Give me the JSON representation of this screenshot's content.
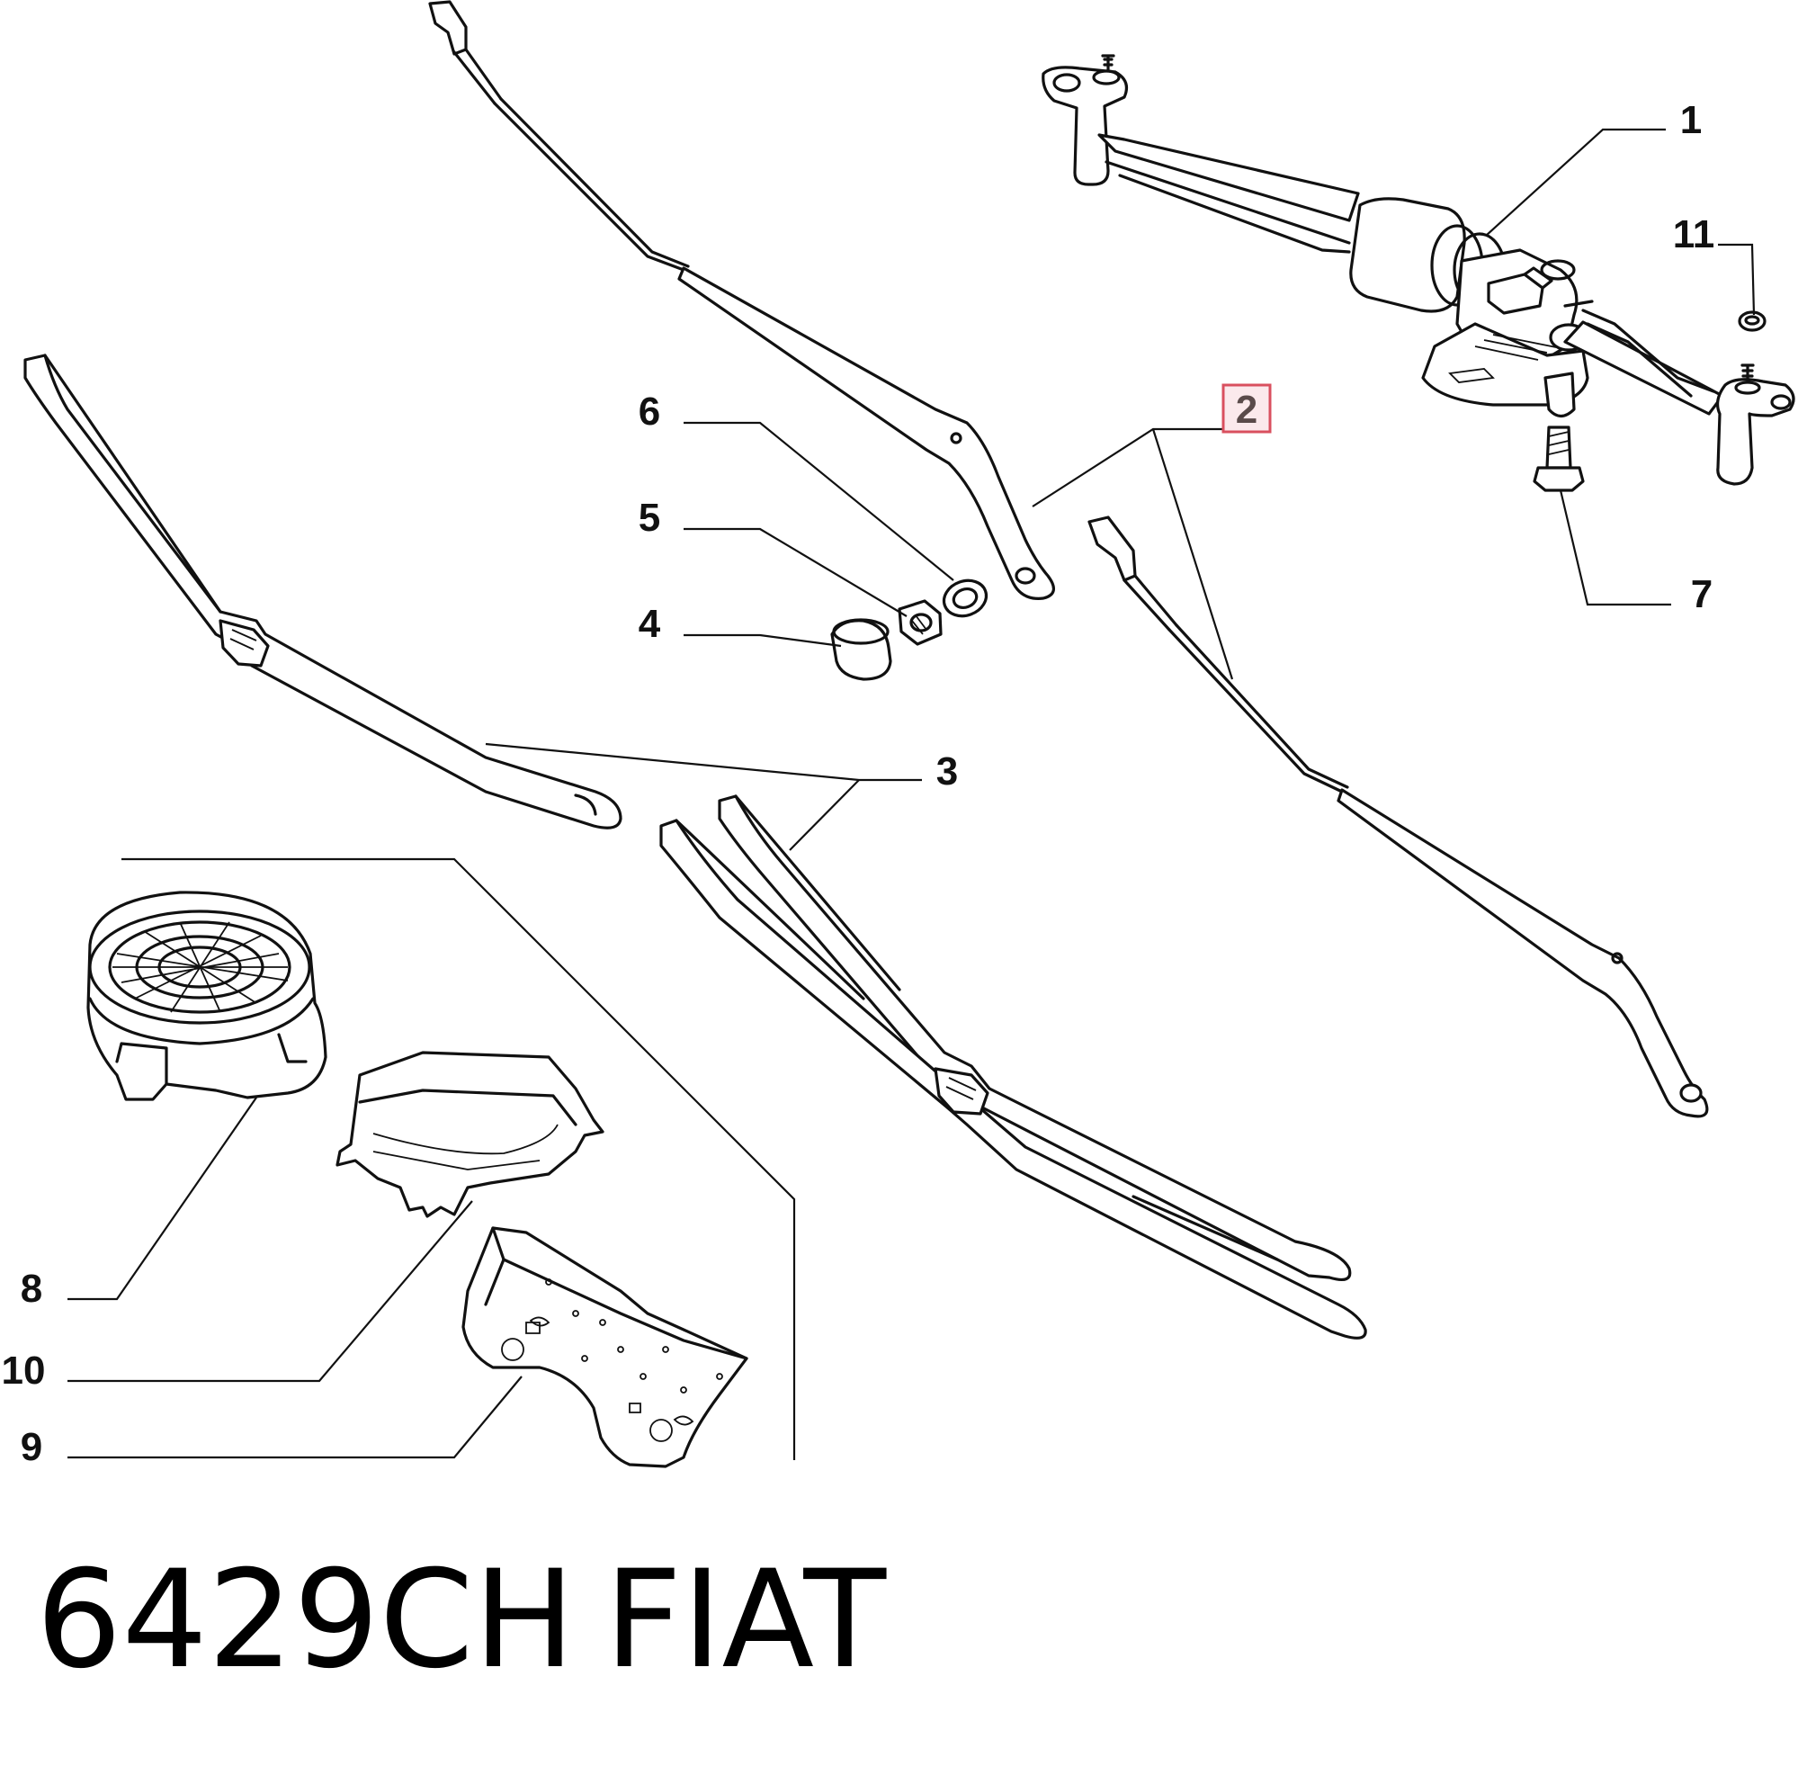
{
  "callouts": [
    {
      "id": "1",
      "label": "1"
    },
    {
      "id": "2",
      "label": "2",
      "highlighted": true
    },
    {
      "id": "3",
      "label": "3"
    },
    {
      "id": "4",
      "label": "4"
    },
    {
      "id": "5",
      "label": "5"
    },
    {
      "id": "6",
      "label": "6"
    },
    {
      "id": "7",
      "label": "7"
    },
    {
      "id": "8",
      "label": "8"
    },
    {
      "id": "9",
      "label": "9"
    },
    {
      "id": "10",
      "label": "10"
    },
    {
      "id": "11",
      "label": "11"
    }
  ],
  "footer": {
    "code": "6429CH",
    "brand": "FIAT"
  },
  "colors": {
    "line": "#111111",
    "highlight_fill": "#fbe9ec",
    "highlight_stroke": "#d9505f"
  }
}
